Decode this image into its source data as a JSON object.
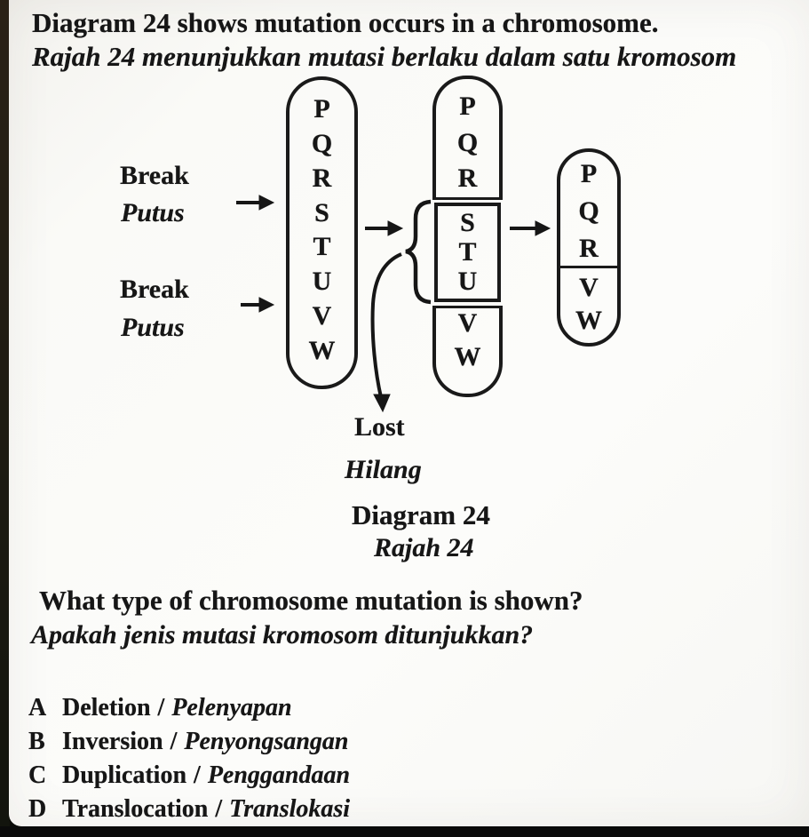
{
  "header": {
    "title_en": "Diagram 24 shows mutation occurs in a chromosome.",
    "title_ms": "Rajah 24 menunjukkan mutasi berlaku dalam satu kromosom"
  },
  "diagram": {
    "break1": {
      "en": "Break",
      "ms": "Putus"
    },
    "break2": {
      "en": "Break",
      "ms": "Putus"
    },
    "chromosome_initial": {
      "letters": [
        "P",
        "Q",
        "R",
        "S",
        "T",
        "U",
        "V",
        "W"
      ]
    },
    "chromosome_broken": {
      "top": [
        "P",
        "Q",
        "R"
      ],
      "middle": [
        "S",
        "T",
        "U"
      ],
      "bottom": [
        "V",
        "W"
      ]
    },
    "chromosome_result": {
      "top": [
        "P",
        "Q",
        "R"
      ],
      "bottom": [
        "V",
        "W"
      ]
    },
    "lost_en": "Lost",
    "lost_ms": "Hilang",
    "caption_en": "Diagram 24",
    "caption_ms": "Rajah 24"
  },
  "question": {
    "en": "What type of chromosome mutation is shown?",
    "ms": "Apakah jenis mutasi kromosom ditunjukkan?"
  },
  "options_meta": {
    "separator": "/"
  },
  "options": [
    {
      "letter": "A",
      "en": "Deletion",
      "ms": "Pelenyapan"
    },
    {
      "letter": "B",
      "en": "Inversion",
      "ms": "Penyongsangan"
    },
    {
      "letter": "C",
      "en": "Duplication",
      "ms": "Penggandaan"
    },
    {
      "letter": "D",
      "en": "Translocation",
      "ms": "Translokasi"
    }
  ],
  "colors": {
    "ink": "#1a1a1a",
    "paper": "#fafaf7",
    "frame": "#0b0b09"
  }
}
